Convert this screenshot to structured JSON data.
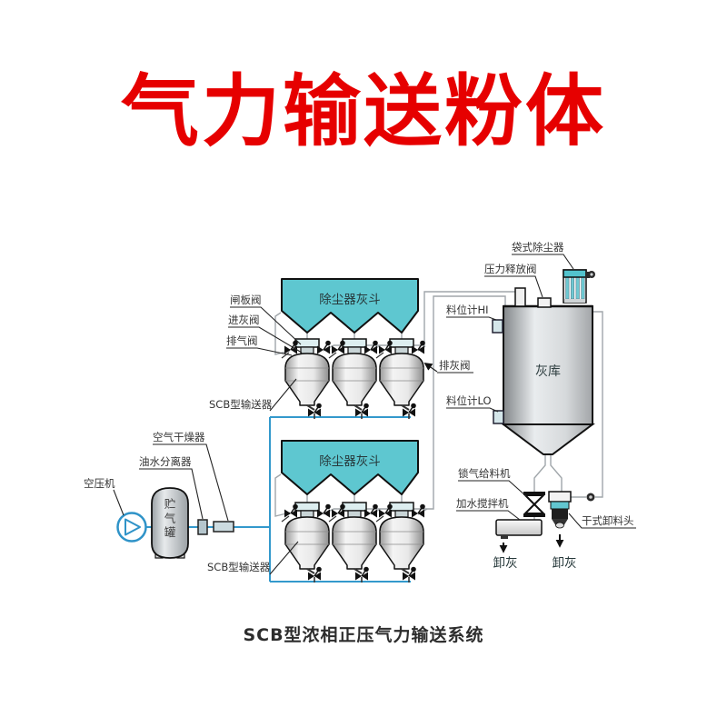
{
  "title": "气力输送粉体",
  "caption": "SCB型浓相正压气力输送系统",
  "colors": {
    "title_red": "#e60000",
    "hopper_teal": "#5ec7d0",
    "pipe_blue": "#3399cc",
    "pipe_gray": "#a0a6aa"
  },
  "labels": {
    "bag_filter": "袋式除尘器",
    "pressure_relief_valve": "压力释放阀",
    "level_gauge_hi": "料位计HI",
    "ash_silo": "灰库",
    "ash_discharge_valve": "排灰阀",
    "level_gauge_lo": "料位计LO",
    "dust_hopper_top": "除尘器灰斗",
    "dust_hopper_bottom": "除尘器灰斗",
    "gate_valve": "闸板阀",
    "ash_inlet_valve": "进灰阀",
    "exhaust_valve": "排气阀",
    "scb_conveyor_top": "SCB型输送器",
    "scb_conveyor_bottom": "SCB型输送器",
    "air_dryer": "空气干燥器",
    "oil_water_separator": "油水分离器",
    "air_compressor": "空压机",
    "air_tank": "贮气罐",
    "rotary_feeder": "锁气给料机",
    "water_mixer": "加水搅拌机",
    "dry_discharge_head": "干式卸料头",
    "ash_unload_left": "卸灰",
    "ash_unload_right": "卸灰"
  }
}
